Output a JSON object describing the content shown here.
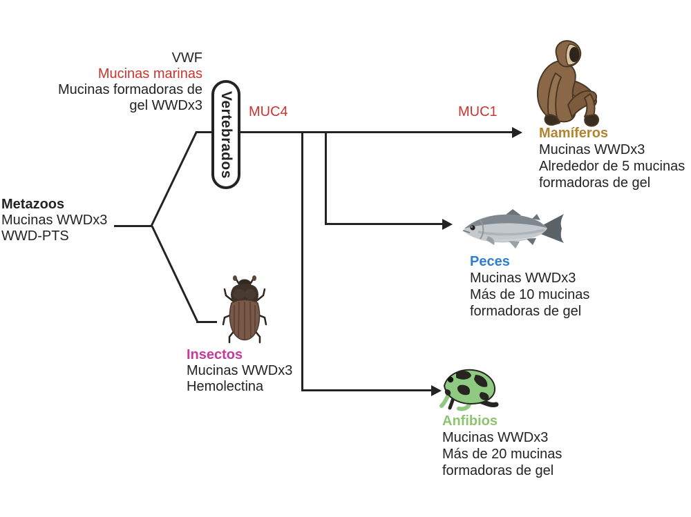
{
  "vertebrados_annotation": {
    "line1": "VWF",
    "line2": "Mucinas marinas",
    "line3": "Mucinas formadoras de",
    "line4": "gel WWDx3"
  },
  "vertebrados_pill": "Vertebrados",
  "gene_labels": {
    "muc4": "MUC4",
    "muc1": "MUC1"
  },
  "root_node": {
    "title": "Metazoos",
    "line1": "Mucinas WWDx3",
    "line2": "WWD-PTS"
  },
  "clades": {
    "mamiferos": {
      "title": "Mamíferos",
      "line1": "Mucinas WWDx3",
      "line2": "Alrededor de 5 mucinas",
      "line3": "formadoras de gel"
    },
    "peces": {
      "title": "Peces",
      "line1": "Mucinas WWDx3",
      "line2": "Más de 10 mucinas",
      "line3": "formadoras de gel"
    },
    "anfibios": {
      "title": "Anfibios",
      "line1": "Mucinas WWDx3",
      "line2": "Más de 20 mucinas",
      "line3": "formadoras de gel"
    },
    "insectos": {
      "title": "Insectos",
      "line1": "Mucinas WWDx3",
      "line2": "Hemolectina"
    }
  },
  "icons": {
    "mamiferos": "monkey-icon",
    "peces": "fish-icon",
    "anfibios": "frog-icon",
    "insectos": "beetle-icon"
  },
  "colors": {
    "red": "#cb342e",
    "mamiferos": "#b5832f",
    "peces": "#2e7ecf",
    "anfibios": "#8cc46f",
    "insectos": "#c73a9d",
    "line": "#232323",
    "text": "#232323"
  }
}
